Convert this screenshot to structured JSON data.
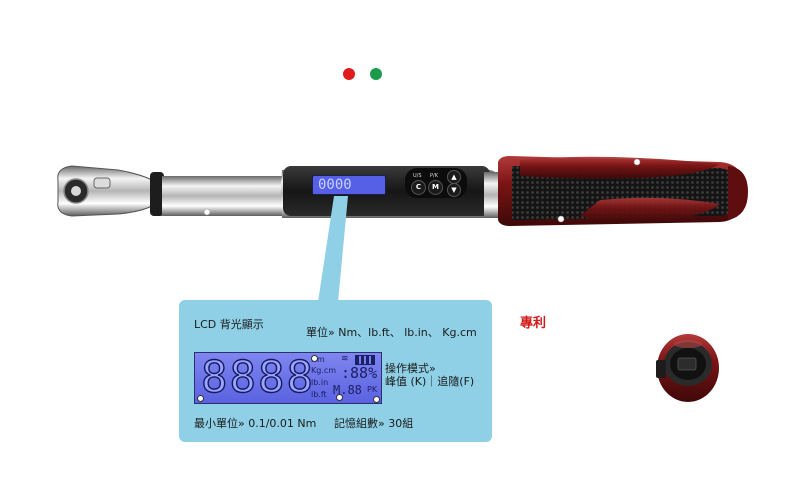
{
  "color_dots": [
    {
      "name": "red",
      "color": "#e01b1b"
    },
    {
      "name": "green",
      "color": "#1c9a4c"
    }
  ],
  "wrench_display": {
    "reading": "0000",
    "buttons": [
      {
        "label": "C",
        "tag": "U/S"
      },
      {
        "label": "M",
        "tag": "P/K"
      }
    ]
  },
  "panel": {
    "title": "LCD 背光顯示",
    "units_label": "單位» Nm、lb.ft、 lb.in、 Kg.cm",
    "mode_label_1": "操作模式»",
    "mode_label_2": "峰值 (K)｜追隨(F)",
    "min_unit_label": "最小單位» 0.1/0.01 Nm",
    "memory_label": "記憶組數» 30組",
    "lcd": {
      "digits": "8888",
      "units": [
        "Nm",
        "Kg.cm",
        "lb.in",
        "lb.ft"
      ],
      "percent": ":88%",
      "memory": "M.88",
      "mode_tag": "PK"
    }
  },
  "patent_label": "專利",
  "colors": {
    "panel_bg": "#8fd0e6",
    "handle_red": "#7a1414",
    "handle_black": "#141414",
    "lcd_blue": "#6a72ea"
  }
}
